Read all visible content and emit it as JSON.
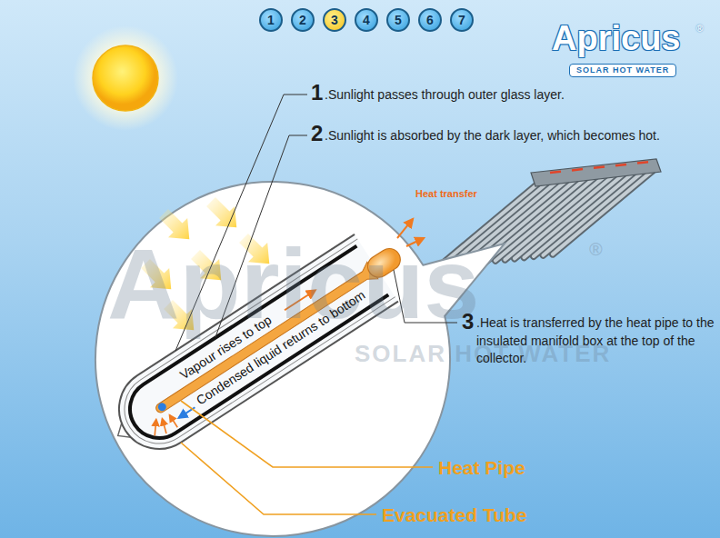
{
  "diagram": {
    "nodes": [
      {
        "text": [
          "1"
        ]
      },
      {
        "text": [
          "2"
        ]
      },
      {
        "text": [
          "3"
        ]
      },
      {
        "text": [
          "4"
        ]
      },
      {
        "text": [
          "5"
        ]
      },
      {
        "text": [
          "6"
        ]
      },
      {
        "text": [
          "7"
        ]
      }
    ],
    "labels": [
      "Apricus",
      "®",
      "SOLAR HOT WATER",
      "Apricus",
      "®",
      "SOLAR HOT WATER",
      "1",
      ".Sunlight passes through outer glass layer.",
      "2",
      ".Sunlight is absorbed by the dark layer, which becomes hot.",
      "Heat transfer",
      "Vapour rises to top",
      "Condensed liquid returns to bottom",
      "3",
      ".Heat is transferred by the heat pipe to the insulated manifold box at the top of the collector.",
      "Heat Pipe",
      "Evacuated Tube"
    ]
  }
}
